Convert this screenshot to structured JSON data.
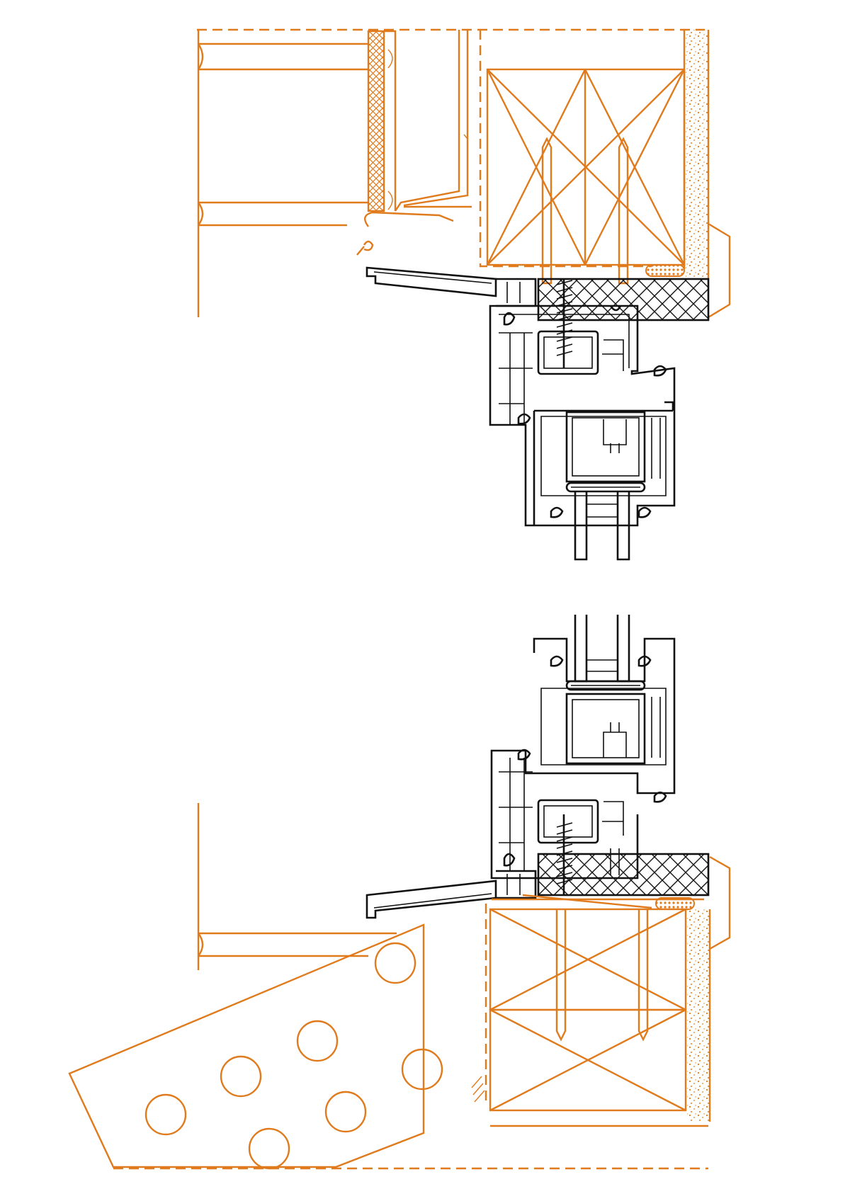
{
  "drawing": {
    "kind": "window-frame-section-detail",
    "colors": {
      "line_orange": "#e07b1d",
      "line_black": "#111111",
      "background": "#ffffff"
    },
    "icons": [
      "brick-wall",
      "timber-lintel",
      "insulation",
      "pvc-profile",
      "screw",
      "glazing",
      "perforated-sill-block"
    ]
  }
}
